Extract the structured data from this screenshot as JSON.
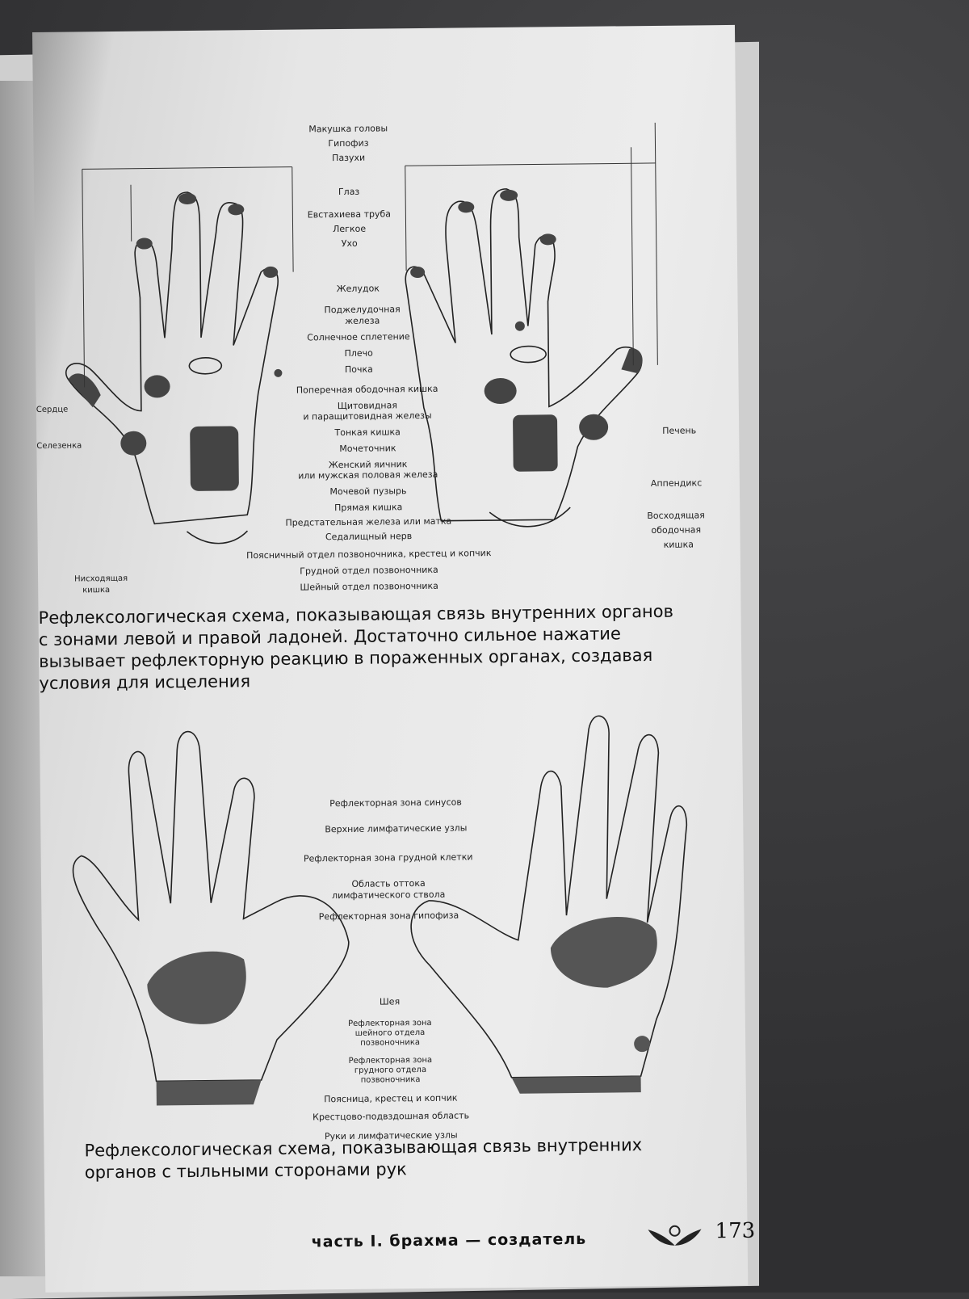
{
  "top_diagram": {
    "labels_center": [
      "Макушка головы",
      "Гипофиз",
      "Пазухи",
      "Глаз",
      "Евстахиева труба",
      "Легкое",
      "Ухо",
      "Желудок",
      "Поджелудочная",
      "железа",
      "Солнечное сплетение",
      "Плечо",
      "Почка",
      "Поперечная ободочная кишка",
      "Щитовидная",
      "и паращитовидная железы",
      "Тонкая кишка",
      "Мочеточник",
      "Женский яичник",
      "или мужская половая железа",
      "Мочевой пузырь",
      "Прямая кишка",
      "Предстательная железа или матка",
      "Седалищный нерв",
      "Поясничный отдел позвоночника, крестец и копчик",
      "Грудной отдел позвоночника",
      "Шейный отдел позвоночника"
    ],
    "labels_left": [
      "Сердце",
      "Селезенка",
      "Нисходящая",
      "кишка"
    ],
    "labels_right": [
      "Печень",
      "Аппендикс",
      "Восходящая",
      "ободочная",
      "кишка"
    ]
  },
  "caption_1": "Рефлексологическая схема, показывающая связь внутренних органов с зонами левой и правой ладоней. Достаточно сильное нажатие вызывает рефлекторную реакцию в пораженных органах, создавая условия для исцеления",
  "bottom_diagram": {
    "labels": [
      "Рефлекторная зона синусов",
      "Верхние лимфатические узлы",
      "Рефлекторная зона грудной клетки",
      "Область оттока",
      "лимфатического ствола",
      "Рефлекторная зона гипофиза",
      "Шея",
      "Рефлекторная зона",
      "шейного отдела",
      "позвоночника",
      "Рефлекторная зона",
      "грудного отдела",
      "позвоночника",
      "Поясница, крестец и копчик",
      "Крестцово-подвздошная область",
      "Руки и лимфатические узлы"
    ]
  },
  "caption_2": "Рефлексологическая схема, показывающая связь внутренних органов с тыльными сторонами рук",
  "footer": "часть I. брахма — создатель",
  "page_number": "173",
  "colors": {
    "page": "#e6e6e6",
    "ink": "#111111",
    "zone_fill": "#555555"
  }
}
